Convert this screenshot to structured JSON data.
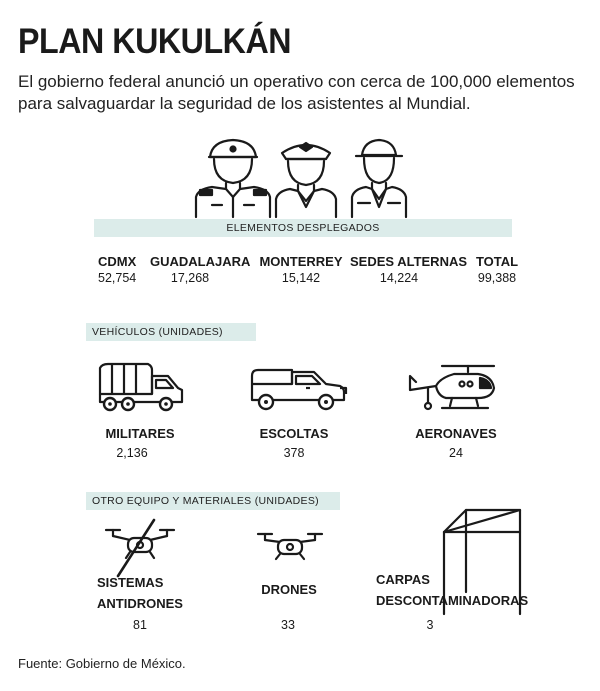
{
  "header": {
    "title": "PLAN KUKULKÁN",
    "subtitle": "El gobierno federal anunció un operativo con cerca de 100,000 elementos para salvaguardar la seguridad de los asistentes al Mundial."
  },
  "personnel": {
    "section_label": "ELEMENTOS DESPLEGADOS",
    "icons": [
      "soldier-icon",
      "police-officer-icon",
      "guard-officer-icon"
    ],
    "items": [
      {
        "name": "CDMX",
        "value": "52,754"
      },
      {
        "name": "GUADALAJARA",
        "value": "17,268"
      },
      {
        "name": "MONTERREY",
        "value": "15,142"
      },
      {
        "name": "SEDES ALTERNAS",
        "value": "14,224"
      },
      {
        "name": "TOTAL",
        "value": "99,388"
      }
    ]
  },
  "vehicles": {
    "section_label": "VEHÍCULOS (UNIDADES)",
    "items": [
      {
        "icon": "military-truck-icon",
        "name": "MILITARES",
        "value": "2,136"
      },
      {
        "icon": "pickup-truck-icon",
        "name": "ESCOLTAS",
        "value": "378"
      },
      {
        "icon": "helicopter-icon",
        "name": "AERONAVES",
        "value": "24"
      }
    ]
  },
  "equipment": {
    "section_label": "OTRO EQUIPO Y MATERIALES (UNIDADES)",
    "items": [
      {
        "icon": "no-drone-icon",
        "name_line1": "SISTEMAS",
        "name_line2": "ANTIDRONES",
        "value": "81"
      },
      {
        "icon": "drone-icon",
        "name_line1": "DRONES",
        "name_line2": "",
        "value": "33"
      },
      {
        "icon": "tent-icon",
        "name_line1": "CARPAS",
        "name_line2": "DESCONTAMINADORAS",
        "value": "3"
      }
    ]
  },
  "footer": {
    "source": "Fuente: Gobierno de México."
  },
  "colors": {
    "band": "#dcecea",
    "text": "#1a1a1a"
  }
}
